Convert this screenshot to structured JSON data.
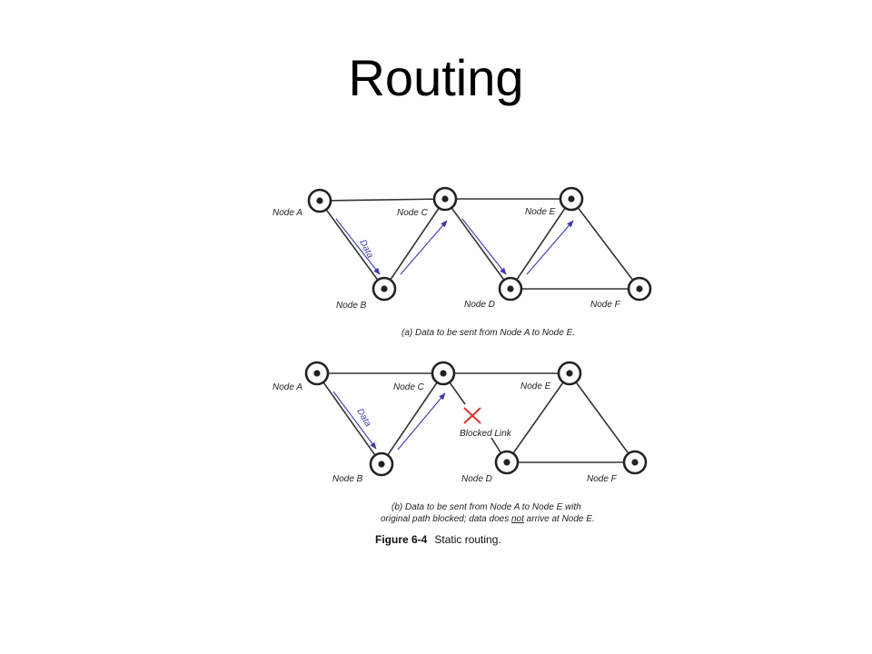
{
  "title": "Routing",
  "diagram_a": {
    "nodes": {
      "a": "Node A",
      "b": "Node B",
      "c": "Node C",
      "d": "Node D",
      "e": "Node E",
      "f": "Node F"
    },
    "data_label": "Data",
    "caption": "(a) Data to be sent from Node A to Node E."
  },
  "diagram_b": {
    "nodes": {
      "a": "Node A",
      "b": "Node B",
      "c": "Node C",
      "d": "Node D",
      "e": "Node E",
      "f": "Node F"
    },
    "data_label": "Data",
    "blocked_label": "Blocked Link",
    "caption_line1": "(b) Data to be sent from Node A to Node E with",
    "caption_line2_pre": "original path blocked; data does ",
    "caption_line2_em": "not",
    "caption_line2_post": " arrive at Node E."
  },
  "figure": {
    "label": "Figure 6-4",
    "text": "Static routing."
  },
  "colors": {
    "data_arrow": "#3a3ab0",
    "blocked_mark": "#d9342b"
  }
}
